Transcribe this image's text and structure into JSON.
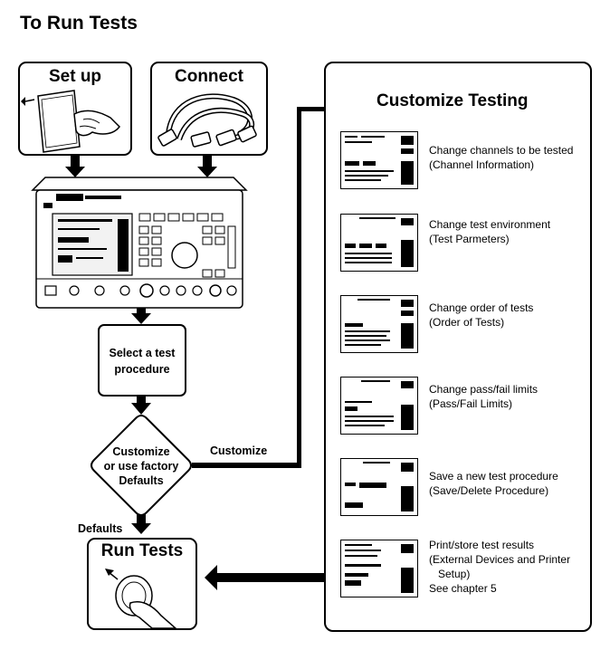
{
  "title": "To Run Tests",
  "setup": {
    "label": "Set up"
  },
  "connect": {
    "label": "Connect"
  },
  "select_procedure": {
    "label_line1": "Select a test",
    "label_line2": "procedure"
  },
  "decision": {
    "line1": "Customize",
    "line2": "or use factory",
    "line3": "Defaults"
  },
  "arrow_labels": {
    "customize": "Customize",
    "defaults": "Defaults"
  },
  "run_tests": {
    "label": "Run Tests"
  },
  "customize_panel": {
    "heading": "Customize Testing",
    "steps": [
      {
        "line1": "Change channels to be tested",
        "line2": "(Channel Information)"
      },
      {
        "line1": "Change test environment",
        "line2": "(Test Parmeters)"
      },
      {
        "line1": "Change order of tests",
        "line2": "(Order of Tests)"
      },
      {
        "line1": "Change pass/fail limits",
        "line2": "(Pass/Fail Limits)"
      },
      {
        "line1": "Save a new test procedure",
        "line2": "(Save/Delete Procedure)"
      },
      {
        "line1": "Print/store test results",
        "line2": "(External Devices and Printer",
        "line3": "Setup)",
        "line4": "See chapter 5"
      }
    ]
  },
  "colors": {
    "ink": "#000000",
    "paper": "#ffffff",
    "screen": "#f2f2f2"
  }
}
